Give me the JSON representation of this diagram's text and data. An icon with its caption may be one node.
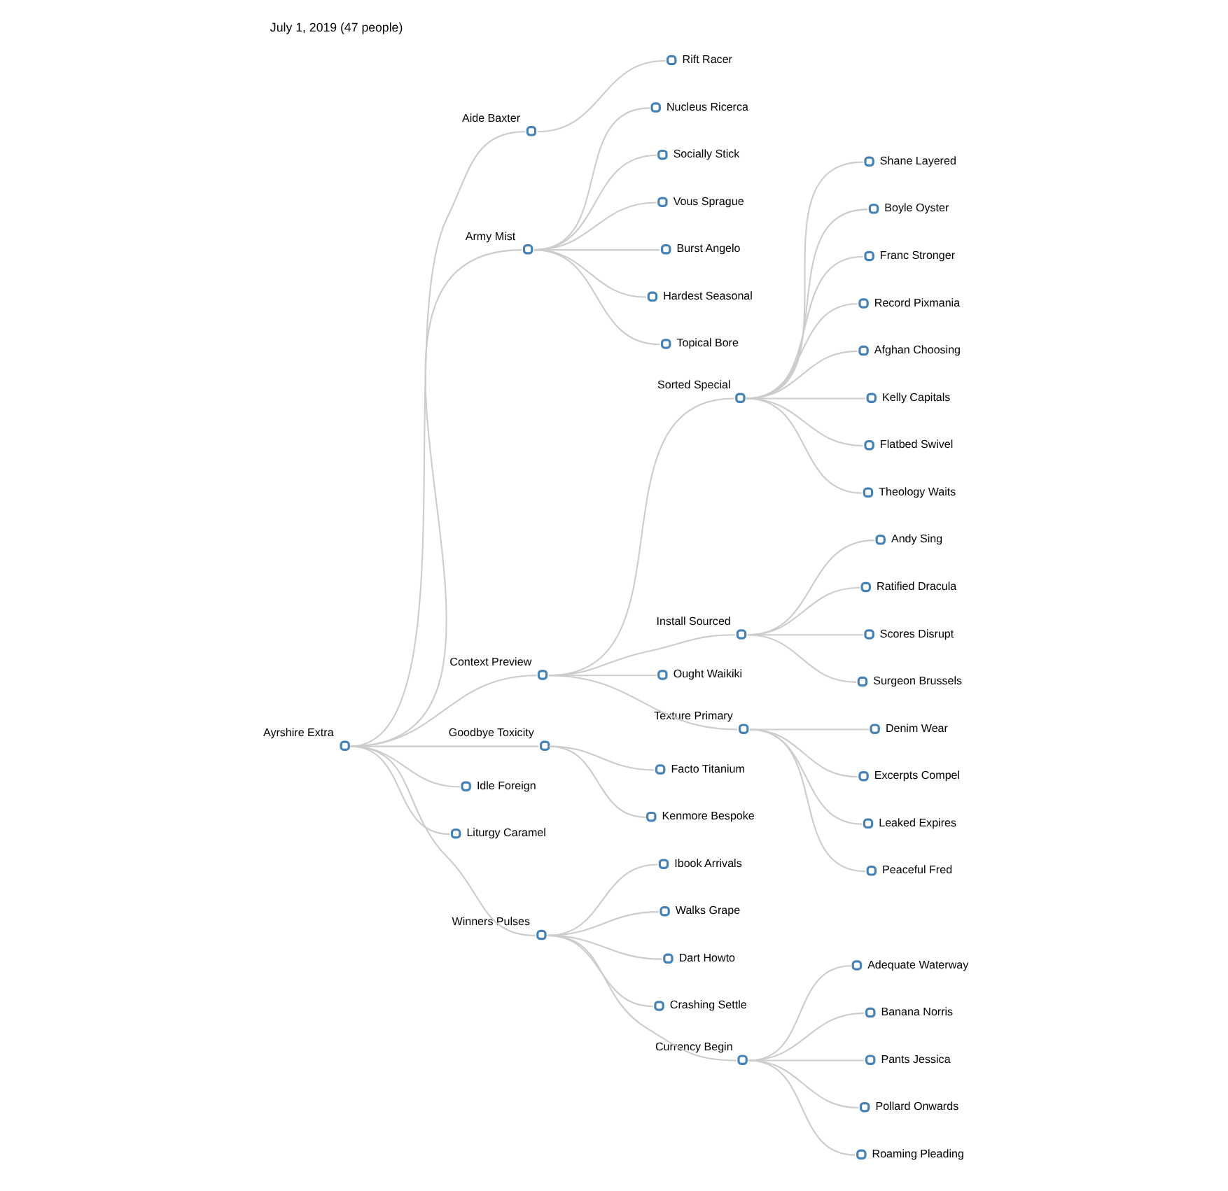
{
  "diagram": {
    "title": "July 1, 2019 (47 people)",
    "nodes": [
      {
        "text": [],
        "shape": "circle",
        "beside": [
          "Ayrshire Extra"
        ]
      },
      {
        "text": [],
        "shape": "circle",
        "beside": [
          "Aide Baxter"
        ]
      },
      {
        "text": [],
        "shape": "circle",
        "beside": [
          "Rift Racer"
        ]
      },
      {
        "text": [],
        "shape": "circle",
        "beside": [
          "Army Mist"
        ]
      },
      {
        "text": [],
        "shape": "circle",
        "beside": [
          "Nucleus Ricerca"
        ]
      },
      {
        "text": [],
        "shape": "circle",
        "beside": [
          "Socially Stick"
        ]
      },
      {
        "text": [],
        "shape": "circle",
        "beside": [
          "Vous Sprague"
        ]
      },
      {
        "text": [],
        "shape": "circle",
        "beside": [
          "Burst Angelo"
        ]
      },
      {
        "text": [],
        "shape": "circle",
        "beside": [
          "Hardest Seasonal"
        ]
      },
      {
        "text": [],
        "shape": "circle",
        "beside": [
          "Topical Bore"
        ]
      },
      {
        "text": [],
        "shape": "circle",
        "beside": [
          "Context Preview"
        ]
      },
      {
        "text": [],
        "shape": "circle",
        "beside": [
          "Sorted Special"
        ]
      },
      {
        "text": [],
        "shape": "circle",
        "beside": [
          "Shane Layered"
        ]
      },
      {
        "text": [],
        "shape": "circle",
        "beside": [
          "Boyle Oyster"
        ]
      },
      {
        "text": [],
        "shape": "circle",
        "beside": [
          "Franc Stronger"
        ]
      },
      {
        "text": [],
        "shape": "circle",
        "beside": [
          "Record Pixmania"
        ]
      },
      {
        "text": [],
        "shape": "circle",
        "beside": [
          "Afghan Choosing"
        ]
      },
      {
        "text": [],
        "shape": "circle",
        "beside": [
          "Kelly Capitals"
        ]
      },
      {
        "text": [],
        "shape": "circle",
        "beside": [
          "Flatbed Swivel"
        ]
      },
      {
        "text": [],
        "shape": "circle",
        "beside": [
          "Theology Waits"
        ]
      },
      {
        "text": [],
        "shape": "circle",
        "beside": [
          "Install Sourced"
        ]
      },
      {
        "text": [],
        "shape": "circle",
        "beside": [
          "Andy Sing"
        ]
      },
      {
        "text": [],
        "shape": "circle",
        "beside": [
          "Ratified Dracula"
        ]
      },
      {
        "text": [],
        "shape": "circle",
        "beside": [
          "Scores Disrupt"
        ]
      },
      {
        "text": [],
        "shape": "circle",
        "beside": [
          "Surgeon Brussels"
        ]
      },
      {
        "text": [],
        "shape": "circle",
        "beside": [
          "Ought Waikiki"
        ]
      },
      {
        "text": [],
        "shape": "circle",
        "beside": [
          "Texture Primary"
        ]
      },
      {
        "text": [],
        "shape": "circle",
        "beside": [
          "Denim Wear"
        ]
      },
      {
        "text": [],
        "shape": "circle",
        "beside": [
          "Excerpts Compel"
        ]
      },
      {
        "text": [],
        "shape": "circle",
        "beside": [
          "Leaked Expires"
        ]
      },
      {
        "text": [],
        "shape": "circle",
        "beside": [
          "Peaceful Fred"
        ]
      },
      {
        "text": [],
        "shape": "circle",
        "beside": [
          "Goodbye Toxicity"
        ]
      },
      {
        "text": [],
        "shape": "circle",
        "beside": [
          "Facto Titanium"
        ]
      },
      {
        "text": [],
        "shape": "circle",
        "beside": [
          "Kenmore Bespoke"
        ]
      },
      {
        "text": [],
        "shape": "circle",
        "beside": [
          "Idle Foreign"
        ]
      },
      {
        "text": [],
        "shape": "circle",
        "beside": [
          "Liturgy Caramel"
        ]
      },
      {
        "text": [],
        "shape": "circle",
        "beside": [
          "Winners Pulses"
        ]
      },
      {
        "text": [],
        "shape": "circle",
        "beside": [
          "Ibook Arrivals"
        ]
      },
      {
        "text": [],
        "shape": "circle",
        "beside": [
          "Walks Grape"
        ]
      },
      {
        "text": [],
        "shape": "circle",
        "beside": [
          "Dart Howto"
        ]
      },
      {
        "text": [],
        "shape": "circle",
        "beside": [
          "Crashing Settle"
        ]
      },
      {
        "text": [],
        "shape": "circle",
        "beside": [
          "Currency Begin"
        ]
      },
      {
        "text": [],
        "shape": "circle",
        "beside": [
          "Adequate Waterway"
        ]
      },
      {
        "text": [],
        "shape": "circle",
        "beside": [
          "Banana Norris"
        ]
      },
      {
        "text": [],
        "shape": "circle",
        "beside": [
          "Pants Jessica"
        ]
      },
      {
        "text": [],
        "shape": "circle",
        "beside": [
          "Pollard Onwards"
        ]
      },
      {
        "text": [],
        "shape": "circle",
        "beside": [
          "Roaming Pleading"
        ]
      }
    ],
    "edges": [
      {
        "from": 0,
        "to": 1,
        "arrow": "none"
      },
      {
        "from": 1,
        "to": 2,
        "arrow": "none"
      },
      {
        "from": 0,
        "to": 3,
        "arrow": "none"
      },
      {
        "from": 3,
        "to": 4,
        "arrow": "none"
      },
      {
        "from": 3,
        "to": 5,
        "arrow": "none"
      },
      {
        "from": 3,
        "to": 6,
        "arrow": "none"
      },
      {
        "from": 3,
        "to": 7,
        "arrow": "none"
      },
      {
        "from": 3,
        "to": 8,
        "arrow": "none"
      },
      {
        "from": 3,
        "to": 9,
        "arrow": "none"
      },
      {
        "from": 0,
        "to": 10,
        "arrow": "none"
      },
      {
        "from": 10,
        "to": 11,
        "arrow": "none"
      },
      {
        "from": 11,
        "to": 12,
        "arrow": "none"
      },
      {
        "from": 11,
        "to": 13,
        "arrow": "none"
      },
      {
        "from": 11,
        "to": 14,
        "arrow": "none"
      },
      {
        "from": 11,
        "to": 15,
        "arrow": "none"
      },
      {
        "from": 11,
        "to": 16,
        "arrow": "none"
      },
      {
        "from": 11,
        "to": 17,
        "arrow": "none"
      },
      {
        "from": 11,
        "to": 18,
        "arrow": "none"
      },
      {
        "from": 11,
        "to": 19,
        "arrow": "none"
      },
      {
        "from": 10,
        "to": 20,
        "arrow": "none"
      },
      {
        "from": 20,
        "to": 21,
        "arrow": "none"
      },
      {
        "from": 20,
        "to": 22,
        "arrow": "none"
      },
      {
        "from": 20,
        "to": 23,
        "arrow": "none"
      },
      {
        "from": 20,
        "to": 24,
        "arrow": "none"
      },
      {
        "from": 10,
        "to": 25,
        "arrow": "none"
      },
      {
        "from": 10,
        "to": 26,
        "arrow": "none"
      },
      {
        "from": 26,
        "to": 27,
        "arrow": "none"
      },
      {
        "from": 26,
        "to": 28,
        "arrow": "none"
      },
      {
        "from": 26,
        "to": 29,
        "arrow": "none"
      },
      {
        "from": 26,
        "to": 30,
        "arrow": "none"
      },
      {
        "from": 0,
        "to": 31,
        "arrow": "none"
      },
      {
        "from": 31,
        "to": 32,
        "arrow": "none"
      },
      {
        "from": 31,
        "to": 33,
        "arrow": "none"
      },
      {
        "from": 0,
        "to": 34,
        "arrow": "none"
      },
      {
        "from": 0,
        "to": 35,
        "arrow": "none"
      },
      {
        "from": 0,
        "to": 36,
        "arrow": "none"
      },
      {
        "from": 36,
        "to": 37,
        "arrow": "none"
      },
      {
        "from": 36,
        "to": 38,
        "arrow": "none"
      },
      {
        "from": 36,
        "to": 39,
        "arrow": "none"
      },
      {
        "from": 36,
        "to": 40,
        "arrow": "none"
      },
      {
        "from": 36,
        "to": 41,
        "arrow": "none"
      },
      {
        "from": 41,
        "to": 42,
        "arrow": "none"
      },
      {
        "from": 41,
        "to": 43,
        "arrow": "none"
      },
      {
        "from": 41,
        "to": 44,
        "arrow": "none"
      },
      {
        "from": 41,
        "to": 45,
        "arrow": "none"
      },
      {
        "from": 41,
        "to": 46,
        "arrow": "none"
      }
    ]
  }
}
